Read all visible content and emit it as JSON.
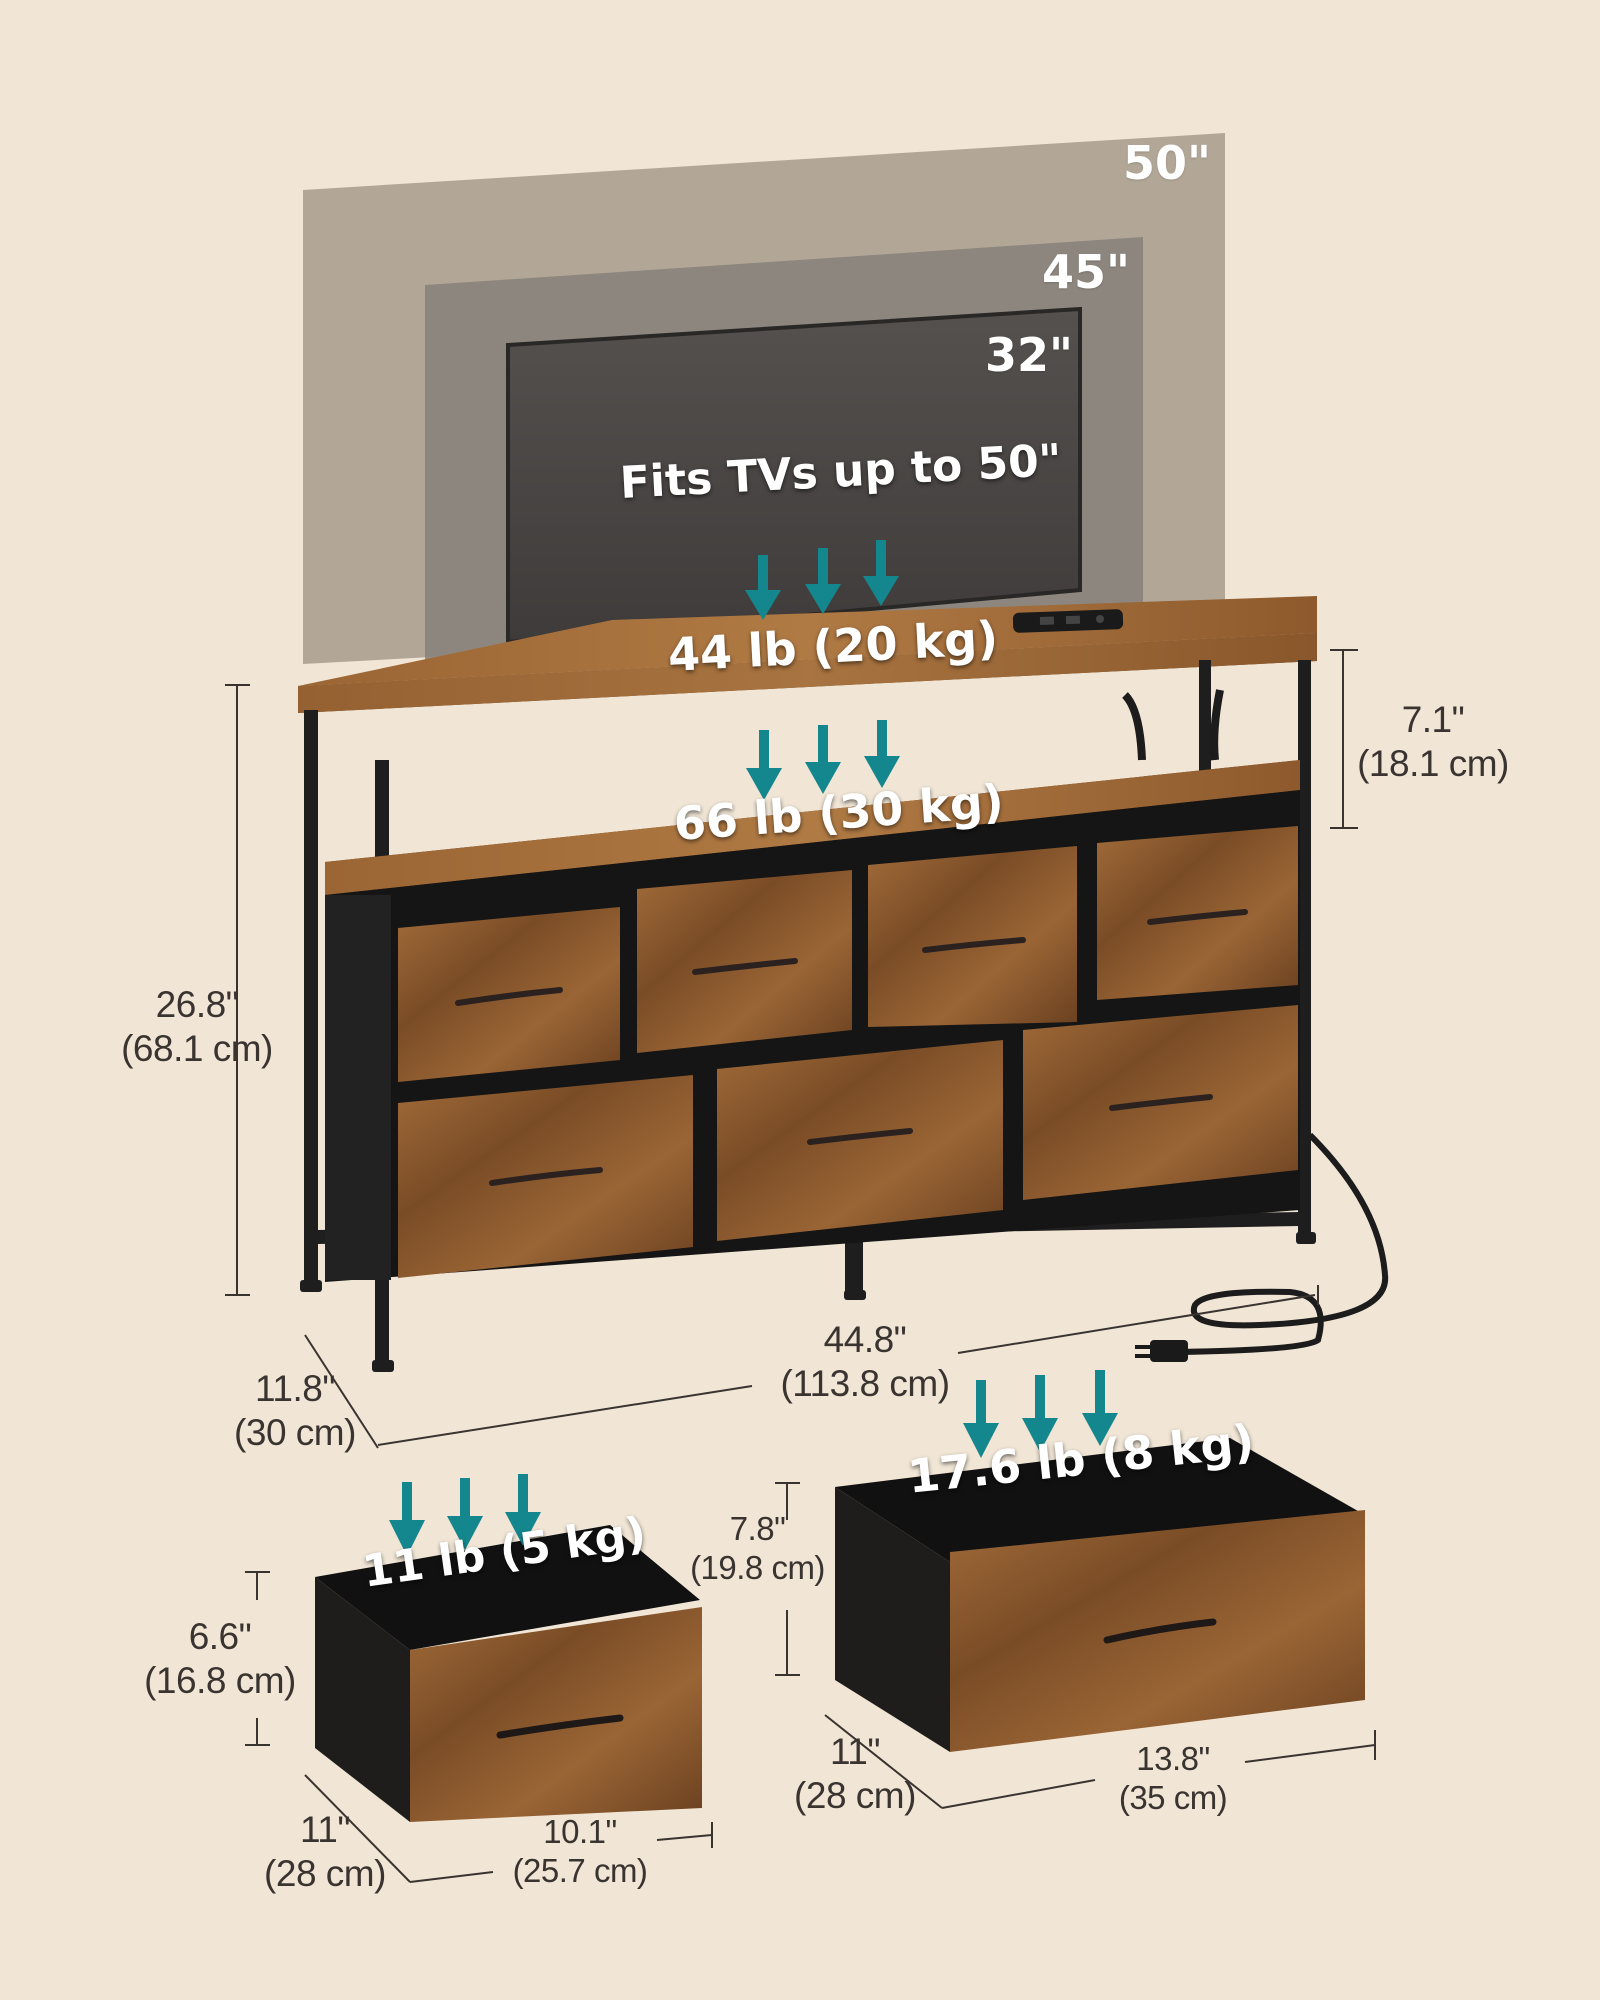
{
  "tv_sizes": {
    "large": "50\"",
    "medium": "45\"",
    "small": "32\""
  },
  "tv_caption": "Fits TVs up to 50\"",
  "loads": {
    "top_shelf": "44 lb (20 kg)",
    "middle_shelf": "66 lb (30 kg)",
    "small_drawer": "11 lb (5 kg)",
    "large_drawer": "17.6 lb (8 kg)"
  },
  "dimensions": {
    "overall_height": {
      "imperial": "26.8\"",
      "metric": "(68.1 cm)"
    },
    "shelf_gap": {
      "imperial": "7.1\"",
      "metric": "(18.1 cm)"
    },
    "overall_width": {
      "imperial": "44.8\"",
      "metric": "(113.8 cm)"
    },
    "overall_depth": {
      "imperial": "11.8\"",
      "metric": "(30 cm)"
    },
    "small_drawer_height": {
      "imperial": "6.6\"",
      "metric": "(16.8 cm)"
    },
    "small_drawer_depth": {
      "imperial": "11\"",
      "metric": "(28 cm)"
    },
    "small_drawer_width": {
      "imperial": "10.1\"",
      "metric": "(25.7 cm)"
    },
    "large_drawer_height": {
      "imperial": "7.8\"",
      "metric": "(19.8 cm)"
    },
    "large_drawer_depth": {
      "imperial": "11\"",
      "metric": "(28 cm)"
    },
    "large_drawer_width": {
      "imperial": "13.8\"",
      "metric": "(35 cm)"
    }
  },
  "colors": {
    "background": "#f1e6d6",
    "wood": "#8a5a30",
    "frame": "#1e1e1e",
    "arrow_teal": "#14868d",
    "text": "#3a3431"
  }
}
